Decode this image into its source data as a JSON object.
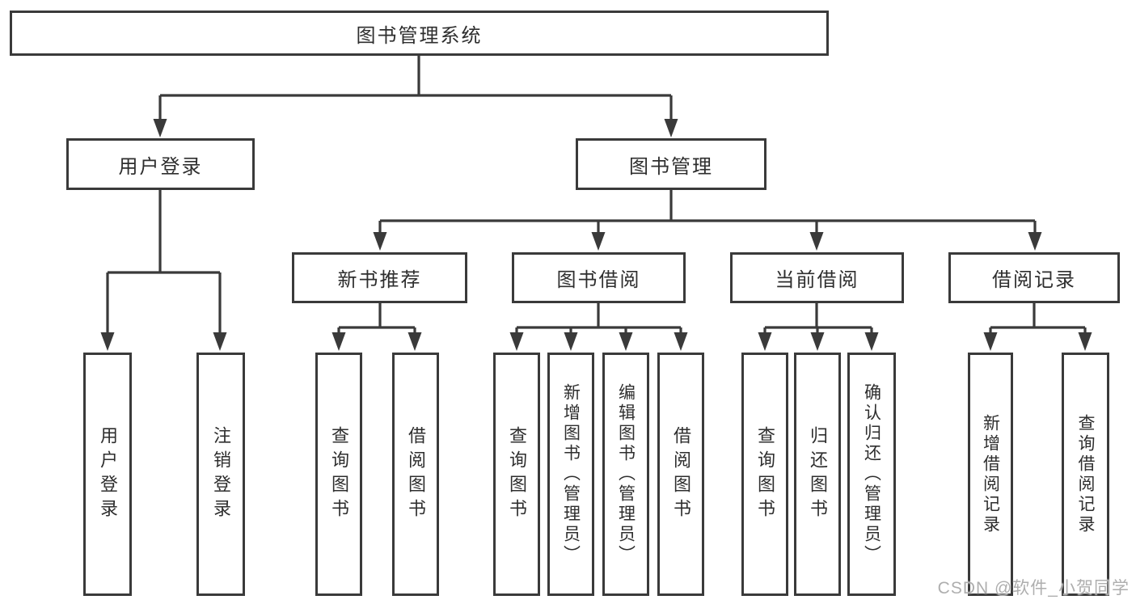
{
  "diagram": {
    "root": {
      "label": "图书管理系统"
    },
    "level2": [
      {
        "label": "用户登录"
      },
      {
        "label": "图书管理"
      }
    ],
    "level3": [
      {
        "parent": "图书管理",
        "label": "新书推荐"
      },
      {
        "parent": "图书管理",
        "label": "图书借阅"
      },
      {
        "parent": "图书管理",
        "label": "当前借阅"
      },
      {
        "parent": "图书管理",
        "label": "借阅记录"
      }
    ],
    "leaves": [
      {
        "parent": "用户登录",
        "label": "用户登录"
      },
      {
        "parent": "用户登录",
        "label": "注销登录"
      },
      {
        "parent": "新书推荐",
        "label": "查询图书"
      },
      {
        "parent": "新书推荐",
        "label": "借阅图书"
      },
      {
        "parent": "图书借阅",
        "label": "查询图书"
      },
      {
        "parent": "图书借阅",
        "label": "新增图书（管理员）"
      },
      {
        "parent": "图书借阅",
        "label": "编辑图书（管理员）"
      },
      {
        "parent": "图书借阅",
        "label": "借阅图书"
      },
      {
        "parent": "当前借阅",
        "label": "查询图书"
      },
      {
        "parent": "当前借阅",
        "label": "归还图书"
      },
      {
        "parent": "当前借阅",
        "label": "确认归还（管理员）"
      },
      {
        "parent": "借阅记录",
        "label": "新增借阅记录"
      },
      {
        "parent": "借阅记录",
        "label": "查询借阅记录"
      }
    ],
    "watermark": "CSDN @软件_小贺同学",
    "colors": {
      "line": "#3a3a3a",
      "text": "#2e2e2e",
      "background": "#ffffff",
      "watermark": "#aeaeae"
    }
  }
}
